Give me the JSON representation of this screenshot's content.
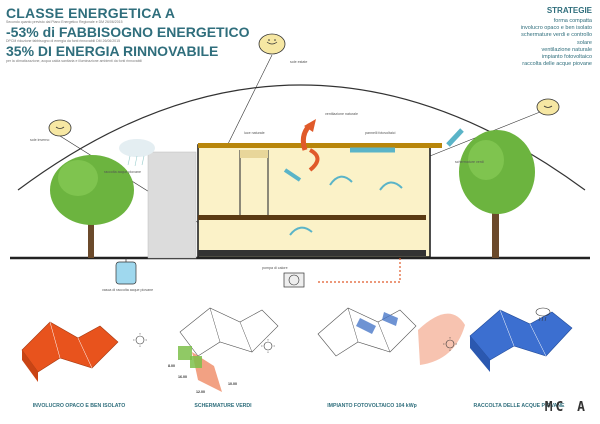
{
  "header": {
    "classe_label": "CLASSE ENERGETICA",
    "classe_grade": "A",
    "classe_note": "Secondo quanto previsto dal Piano Energetico Regionale e DM 26/06/2015",
    "fabbisogno_pct": "-53%",
    "fabbisogno_label": "di FABBISOGNO ENERGETICO",
    "fabbisogno_note": "DPCM riduzione fabbisogno di energia da fonti rinnovabili DM 26/06/2015",
    "rinnovabile_label": "35% DI ENERGIA RINNOVABILE",
    "rinnovabile_note": "per la climatizzazione, acqua calda sanitaria e illuminazione ambienti da fonti rinnovabili"
  },
  "strategie": {
    "title": "STRATEGIE",
    "items": [
      "forma compatta",
      "involucro opaco e ben isolato",
      "schermature verdi e controllo",
      "solare",
      "ventilazione naturale",
      "impianto fotovoltaico",
      "raccolta delle acque piovane"
    ]
  },
  "section_labels": {
    "ventilazione": "ventilazione naturale",
    "raccolta": "raccolta acque piovane",
    "vasca": "vasca di raccolta acque piovane",
    "pompa": "pompa di calore",
    "pannelli": "pannelli fotovoltaici",
    "schermature": "schermature verdi",
    "luce": "luce naturale",
    "inverno": "sole inverno",
    "estate": "sole estate"
  },
  "diagrams": [
    {
      "caption": "INVOLUCRO OPACO E BEN ISOLATO",
      "color": "#e8531d"
    },
    {
      "caption": "SCHERMATURE VERDI",
      "color": "#7dbf4a",
      "times": [
        "16.00",
        "12.00",
        "10.00",
        "8.00"
      ]
    },
    {
      "caption": "IMPIANTO FOTOVOLTAICO 104 kWp",
      "color": "#4a78c8"
    },
    {
      "caption": "RACCOLTA DELLE ACQUE PIOVANE",
      "color": "#3c6fd0"
    }
  ],
  "logo": "MC A",
  "colors": {
    "title": "#2f6e7c",
    "tree": "#6cb43f",
    "wall_orange": "#e8531d",
    "roof_blue": "#3c6fd0",
    "arc": "#333333",
    "arrow_red": "#e05a2a",
    "arrow_blue": "#5ab4c8",
    "floor": "#fbf2c8"
  }
}
